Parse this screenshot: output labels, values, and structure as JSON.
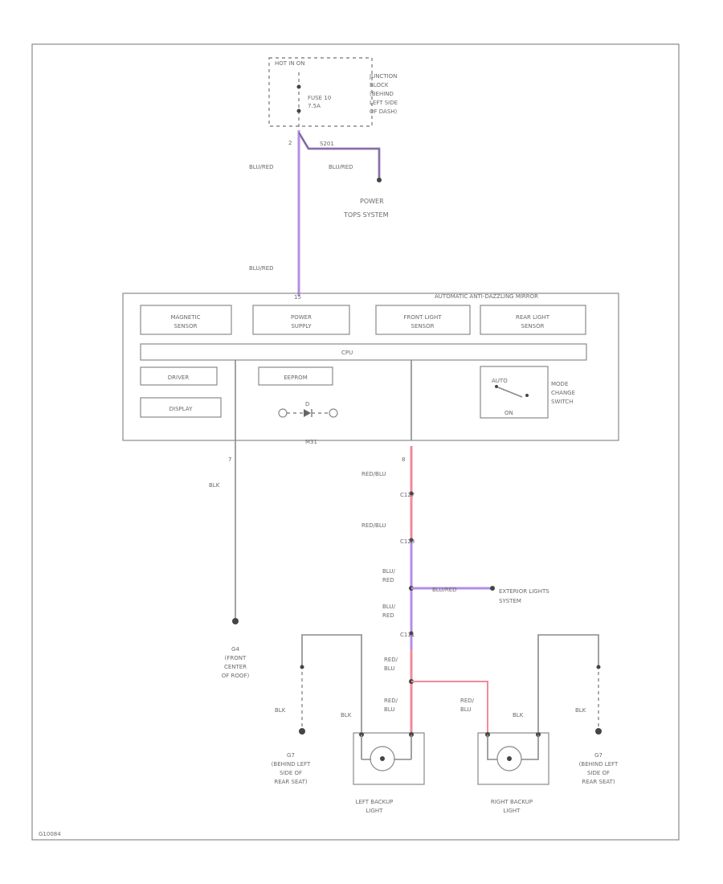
{
  "colors": {
    "purple": "#b48de6",
    "pink": "#f08a9a",
    "line": "#8a8a8a",
    "text": "#6a6a6a"
  },
  "fuse_block": {
    "hot_label": "HOT IN ON",
    "fuse_label_1": "FUSE 10",
    "fuse_label_2": "7.5A",
    "jb_1": "JUNCTION",
    "jb_2": "BLOCK",
    "jb_3": "(BEHIND",
    "jb_4": "LEFT SIDE",
    "jb_5": "OF DASH)",
    "pin": "2",
    "splice_id": "S201"
  },
  "wires": {
    "w1": "BLU/RED",
    "w2": "BLU/RED",
    "w3": "BLU/RED",
    "blk_left": "BLK",
    "red_blu_1": "RED/BLU",
    "red_blu_2": "RED/BLU",
    "blu_red_1a": "BLU/",
    "blu_red_1b": "RED",
    "blu_red_2a": "BLU/",
    "blu_red_2b": "RED",
    "ext_wire": "BLU/RED",
    "red_1a": "RED/",
    "red_1b": "BLU",
    "red_2a": "RED/",
    "red_2b": "BLU",
    "red_3a": "RED/",
    "red_3b": "BLU",
    "blk_a": "BLK",
    "blk_b": "BLK",
    "blk_c": "BLK",
    "blk_d": "BLK"
  },
  "power_tops": {
    "line1": "POWER",
    "line2": "TOPS SYSTEM"
  },
  "mirror": {
    "title": "AUTOMATIC ANTI-DAZZLING MIRROR",
    "top_pin": "15",
    "magnetic_1": "MAGNETIC",
    "magnetic_2": "SENSOR",
    "power_1": "POWER",
    "power_2": "SUPPLY",
    "front_1": "FRONT LIGHT",
    "front_2": "SENSOR",
    "rear_1": "REAR LIGHT",
    "rear_2": "SENSOR",
    "cpu": "CPU",
    "driver": "DRIVER",
    "eeprom": "EEPROM",
    "display": "DISPLAY",
    "diode_id": "D",
    "mode_1": "MODE",
    "mode_2": "CHANGE",
    "mode_3": "SWITCH",
    "sw_auto": "AUTO",
    "sw_on": "ON",
    "bottom_id": "M31"
  },
  "pins": {
    "left": "7",
    "right": "8"
  },
  "connectors": {
    "c1": "C127",
    "c2": "C128",
    "c3": "C111"
  },
  "ground_roof": {
    "id": "G4",
    "line1": "(FRONT",
    "line2": "CENTER",
    "line3": "OF ROOF)"
  },
  "exterior": {
    "line1": "EXTERIOR LIGHTS",
    "line2": "SYSTEM"
  },
  "ground_left": {
    "id": "G7",
    "line1": "(BEHIND LEFT",
    "line2": "SIDE OF",
    "line3": "REAR SEAT)"
  },
  "ground_right": {
    "id": "G7",
    "line1": "(BEHIND LEFT",
    "line2": "SIDE OF",
    "line3": "REAR SEAT)"
  },
  "left_backup": {
    "line1": "LEFT BACKUP",
    "line2": "LIGHT"
  },
  "right_backup": {
    "line1": "RIGHT BACKUP",
    "line2": "LIGHT"
  },
  "footer": {
    "code": "G10084"
  }
}
